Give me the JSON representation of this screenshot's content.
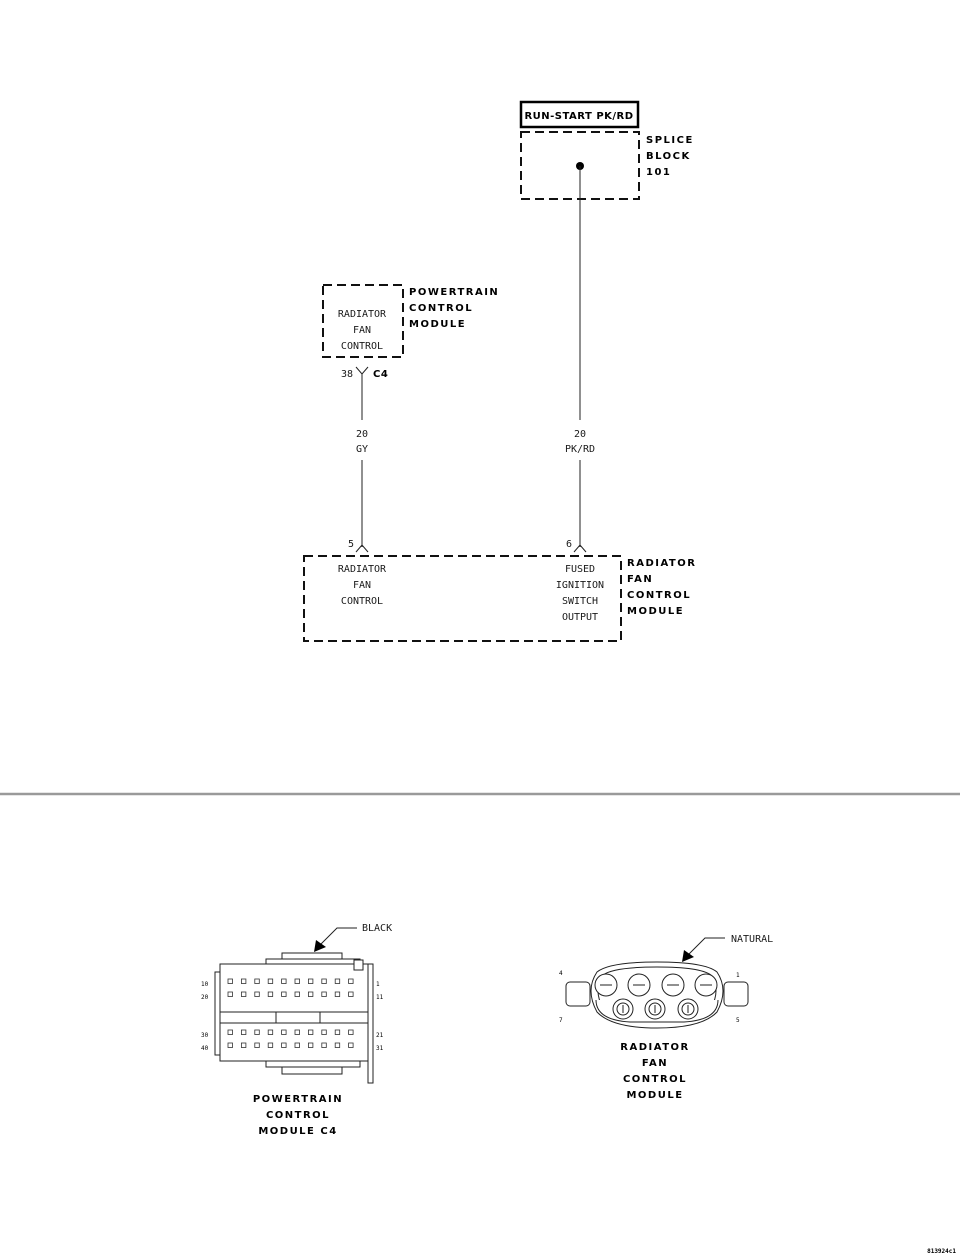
{
  "splice": {
    "tag": "RUN-START PK/RD",
    "label": [
      "SPLICE",
      "BLOCK",
      "101"
    ]
  },
  "pcm": {
    "label": [
      "POWERTRAIN",
      "CONTROL",
      "MODULE"
    ],
    "function": [
      "RADIATOR",
      "FAN",
      "CONTROL"
    ],
    "pin": "38",
    "connector": "C4"
  },
  "wire_gy": {
    "gauge": "20",
    "color": "GY"
  },
  "wire_pkrd": {
    "gauge": "20",
    "color": "PK/RD"
  },
  "rfcm": {
    "label": [
      "RADIATOR",
      "FAN",
      "CONTROL",
      "MODULE"
    ],
    "pin_left": "5",
    "pin_right": "6",
    "func_left": [
      "RADIATOR",
      "FAN",
      "CONTROL"
    ],
    "func_right": [
      "FUSED",
      "IGNITION",
      "SWITCH",
      "OUTPUT"
    ]
  },
  "pcm_c4_view": {
    "color": "BLACK",
    "title": [
      "POWERTRAIN",
      "CONTROL",
      "MODULE C4"
    ],
    "pins_left": [
      "10",
      "20",
      "30",
      "40"
    ],
    "pins_right": [
      "1",
      "11",
      "21",
      "31"
    ]
  },
  "rfcm_view": {
    "color": "NATURAL",
    "title": [
      "RADIATOR",
      "FAN",
      "CONTROL",
      "MODULE"
    ],
    "pin_tl": "4",
    "pin_tr": "1",
    "pin_bl": "7",
    "pin_br": "5"
  },
  "figure_id": "813924c1"
}
